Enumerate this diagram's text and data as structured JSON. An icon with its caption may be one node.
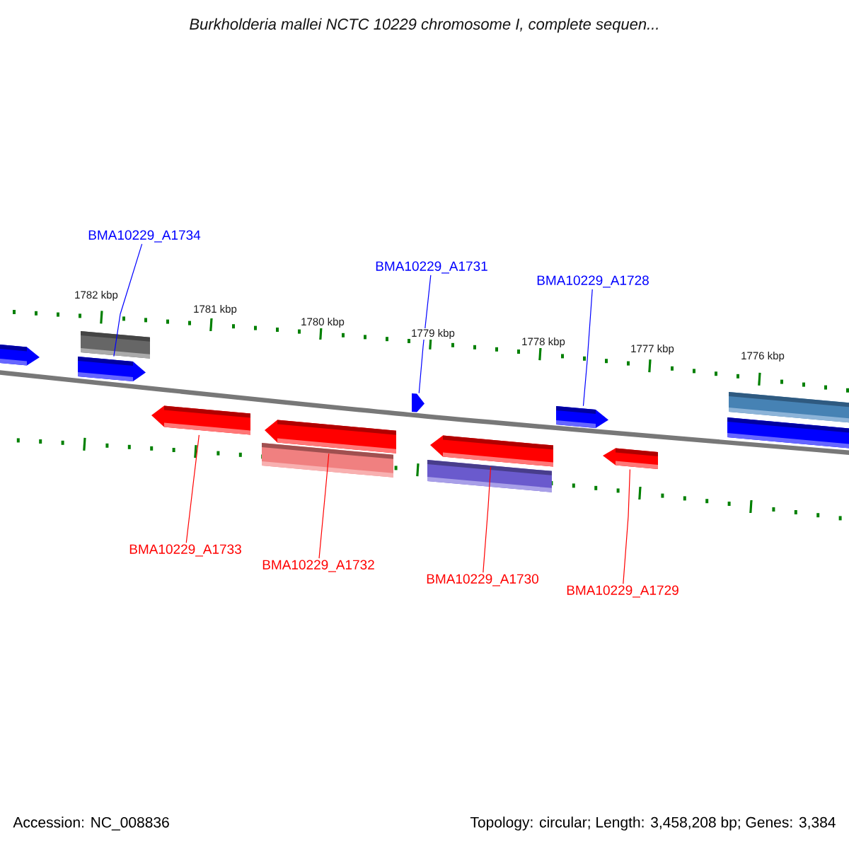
{
  "diagram": {
    "title": "Burkholderia mallei NCTC 10229 chromosome I, complete sequen...",
    "nodes": [
      {
        "text": [
          "BMA10229_A1734"
        ]
      },
      {
        "text": [
          "BMA10229_A1731"
        ]
      },
      {
        "text": [
          "BMA10229_A1728"
        ]
      },
      {
        "text": [
          "BMA10229_A1733"
        ]
      },
      {
        "text": [
          "BMA10229_A1732"
        ]
      },
      {
        "text": [
          "BMA10229_A1730"
        ]
      },
      {
        "text": [
          "BMA10229_A1729"
        ]
      },
      {
        "text": [],
        "shape": "box"
      },
      {
        "text": [],
        "shape": "bar"
      },
      {
        "text": [],
        "shape": "box"
      },
      {
        "text": [],
        "shape": "box"
      },
      {
        "text": [],
        "shape": "box"
      },
      {
        "text": [],
        "shape": "bar"
      },
      {
        "text": [],
        "shape": "box"
      },
      {
        "text": [],
        "shape": "box"
      },
      {
        "text": [],
        "shape": "bar"
      },
      {
        "text": [],
        "shape": "box"
      },
      {
        "text": [],
        "shape": "box"
      },
      {
        "text": [],
        "shape": "bar"
      },
      {
        "text": [],
        "shape": "bar"
      }
    ],
    "edges": [
      {
        "from": 0,
        "to": 9,
        "arrow": "none",
        "color": "#0000ff"
      },
      {
        "from": 1,
        "to": 13,
        "arrow": "none",
        "color": "#0000ff"
      },
      {
        "from": 2,
        "to": 16,
        "arrow": "none",
        "color": "#0000ff"
      },
      {
        "from": 3,
        "to": 10,
        "arrow": "none",
        "color": "#ff0000"
      },
      {
        "from": 4,
        "to": 11,
        "arrow": "none",
        "color": "#ff0000"
      },
      {
        "from": 5,
        "to": 14,
        "arrow": "none",
        "color": "#ff0000"
      },
      {
        "from": 6,
        "to": 17,
        "arrow": "none",
        "color": "#ff0000"
      }
    ],
    "labels": [
      "1782 kbp",
      "1781 kbp",
      "1780 kbp",
      "1779 kbp",
      "1778 kbp",
      "1777 kbp",
      "1776 kbp",
      "Accession: NC_008836",
      "Topology: circular; Length: 3,458,208 bp; Genes: 3,384"
    ]
  }
}
